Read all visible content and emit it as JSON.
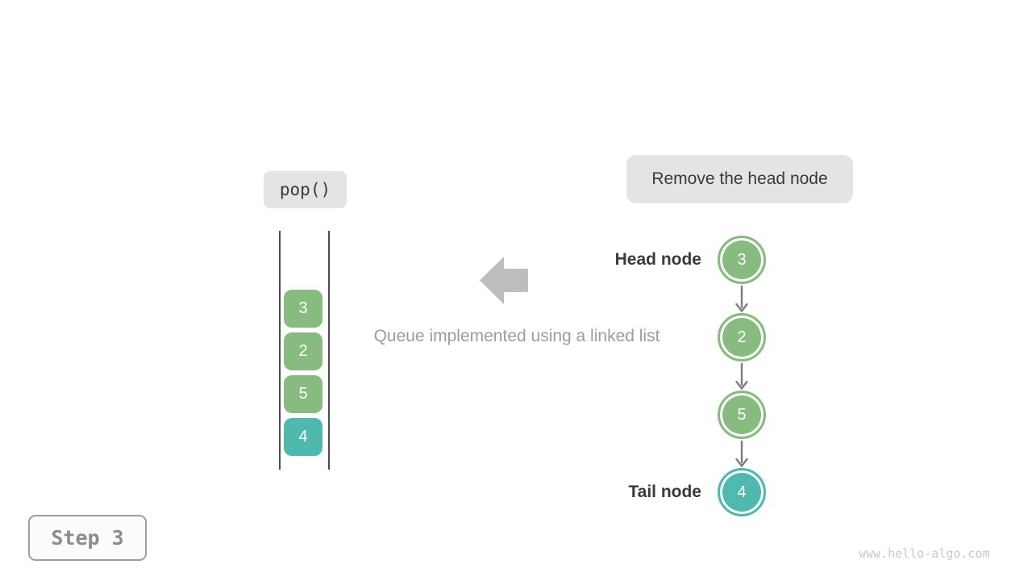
{
  "operation": {
    "label": "pop()"
  },
  "annotation": {
    "label": "Remove the head node"
  },
  "caption": "Queue implemented using a linked list",
  "step_badge": {
    "label": "Step 3"
  },
  "watermark": "www.hello-algo.com",
  "queue_array": {
    "items": [
      {
        "value": "3",
        "color": "#87BB80"
      },
      {
        "value": "2",
        "color": "#87BB80"
      },
      {
        "value": "5",
        "color": "#87BB80"
      },
      {
        "value": "4",
        "color": "#4FB9B0"
      }
    ]
  },
  "linked_list": {
    "head_label": "Head node",
    "tail_label": "Tail node",
    "nodes": [
      {
        "value": "3",
        "color": "#87BB80"
      },
      {
        "value": "2",
        "color": "#87BB80"
      },
      {
        "value": "5",
        "color": "#87BB80"
      },
      {
        "value": "4",
        "color": "#4FB9B0"
      }
    ]
  },
  "colors": {
    "node_green": "#87BB80",
    "node_teal": "#4FB9B0",
    "node_text": "#FFFFFF",
    "connector_gray": "#7D7D7D",
    "big_arrow_gray": "#BDBDBD",
    "badge_bg": "#E4E4E4",
    "badge_text": "#3A3A3A",
    "caption_text": "#9C9C9C",
    "label_text": "#3A3A3A",
    "step_border": "#9E9E9E",
    "step_text": "#8C8C8C",
    "watermark_text": "#C8C8C8",
    "array_wall": "#4D4D4D"
  }
}
